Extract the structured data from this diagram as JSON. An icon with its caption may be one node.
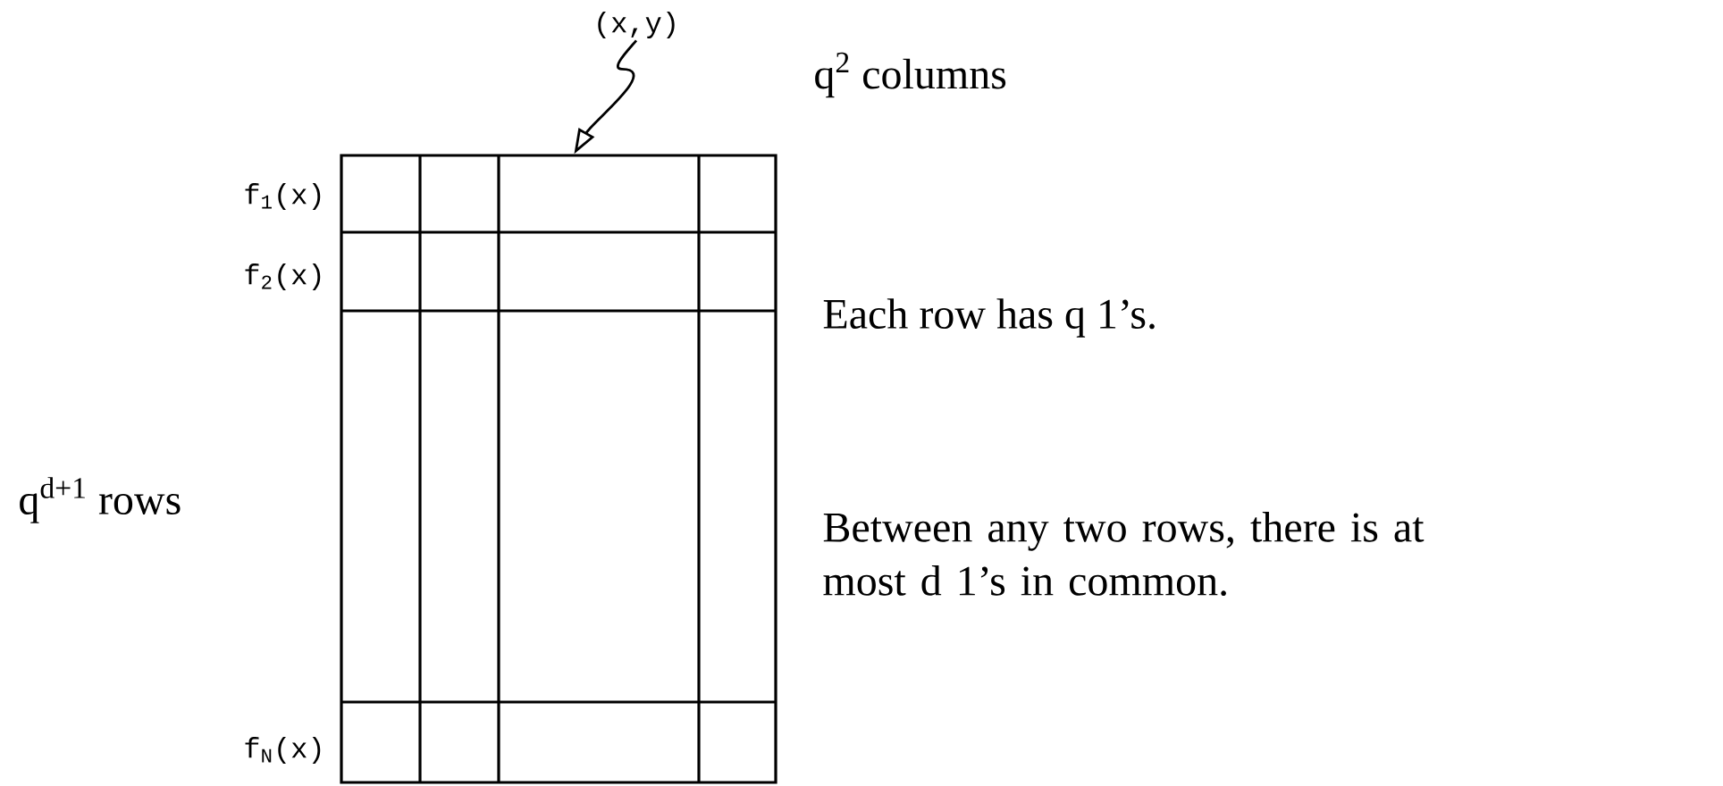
{
  "diagram": {
    "nodes": [
      {
        "text": [
          "(x,y)"
        ]
      },
      {
        "text": [],
        "shape": "box"
      }
    ],
    "edges": [
      {
        "from": 0,
        "to": 1,
        "arrow": "to"
      }
    ],
    "labels": [
      "q$^{2}$ columns",
      "f$_{1}$(x)",
      "f$_{2}$(x)",
      "Each row has q 1’s.",
      "q$^{d+1}$ rows",
      "Between any two rows, there is at most d 1’s in common.",
      "f$_{N}$(x)"
    ]
  }
}
